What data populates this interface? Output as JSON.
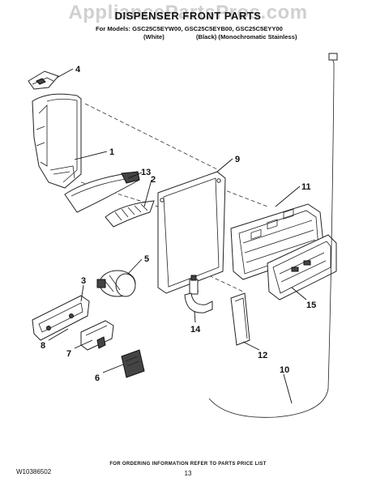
{
  "header": {
    "watermark": "AppliancePartsPros.com",
    "title": "DISPENSER FRONT PARTS",
    "models": "For Models: GSC25C5EYW00, GSC25C5EYB00, GSC25C5EYY00",
    "variant_white": "(White)",
    "variant_black": "(Black) (Monochromatic Stainless)"
  },
  "callouts": [
    "4",
    "1",
    "13",
    "2",
    "9",
    "11",
    "5",
    "3",
    "8",
    "7",
    "6",
    "14",
    "12",
    "15",
    "10"
  ],
  "footer": {
    "doc_number": "W10386502",
    "ordering_note": "FOR ORDERING INFORMATION REFER TO PARTS PRICE LIST",
    "page_number": "13"
  }
}
